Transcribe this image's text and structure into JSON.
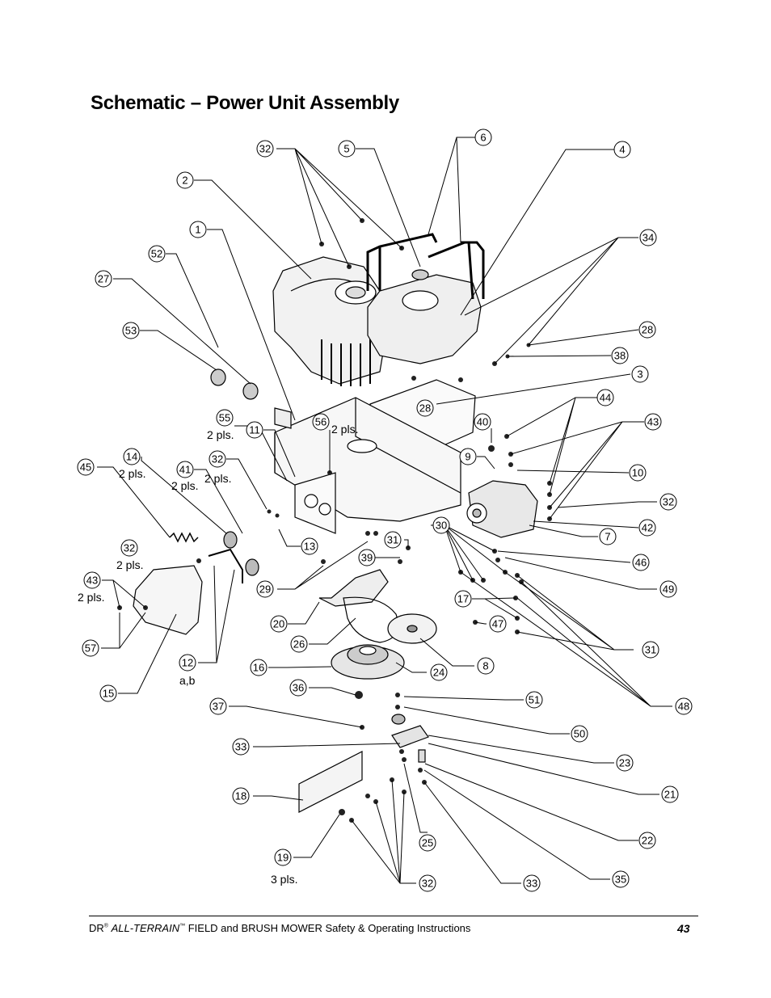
{
  "page": {
    "title": "Schematic – Power Unit Assembly",
    "footer": {
      "brand": "DR",
      "reg_mark": "®",
      "product_italic": "ALL-TERRAIN",
      "tm_mark": "™",
      "rest": " FIELD and BRUSH MOWER Safety & Operating Instructions",
      "page_number": "43"
    }
  },
  "callouts": [
    {
      "label": "32"
    },
    {
      "label": "5"
    },
    {
      "label": "6"
    },
    {
      "label": "4"
    },
    {
      "label": "2"
    },
    {
      "label": "1"
    },
    {
      "label": "34"
    },
    {
      "label": "52"
    },
    {
      "label": "27"
    },
    {
      "label": "53"
    },
    {
      "label": "28"
    },
    {
      "label": "38"
    },
    {
      "label": "3"
    },
    {
      "label": "28"
    },
    {
      "label": "44"
    },
    {
      "label": "40"
    },
    {
      "label": "43"
    },
    {
      "label": "55"
    },
    {
      "label": "11"
    },
    {
      "label": "56"
    },
    {
      "label": "9"
    },
    {
      "label": "10"
    },
    {
      "label": "45"
    },
    {
      "label": "14"
    },
    {
      "label": "41"
    },
    {
      "label": "32"
    },
    {
      "label": "32"
    },
    {
      "label": "13"
    },
    {
      "label": "30"
    },
    {
      "label": "31"
    },
    {
      "label": "42"
    },
    {
      "label": "7"
    },
    {
      "label": "32"
    },
    {
      "label": "46"
    },
    {
      "label": "39"
    },
    {
      "label": "43"
    },
    {
      "label": "29"
    },
    {
      "label": "49"
    },
    {
      "label": "17"
    },
    {
      "label": "47"
    },
    {
      "label": "20"
    },
    {
      "label": "57"
    },
    {
      "label": "26"
    },
    {
      "label": "31"
    },
    {
      "label": "12"
    },
    {
      "label": "16"
    },
    {
      "label": "24"
    },
    {
      "label": "8"
    },
    {
      "label": "15"
    },
    {
      "label": "36"
    },
    {
      "label": "48"
    },
    {
      "label": "37"
    },
    {
      "label": "51"
    },
    {
      "label": "50"
    },
    {
      "label": "33"
    },
    {
      "label": "23"
    },
    {
      "label": "18"
    },
    {
      "label": "21"
    },
    {
      "label": "22"
    },
    {
      "label": "25"
    },
    {
      "label": "19"
    },
    {
      "label": "32"
    },
    {
      "label": "33"
    },
    {
      "label": "35"
    }
  ],
  "notes": {
    "n56": "2 pls.",
    "n55": "2 pls.",
    "n14": "2 pls.",
    "n41": "2 pls.",
    "n32a": "2 pls.",
    "n32b": "2 pls.",
    "n43": "2 pls.",
    "n12": "a,b",
    "n19": "3 pls."
  }
}
